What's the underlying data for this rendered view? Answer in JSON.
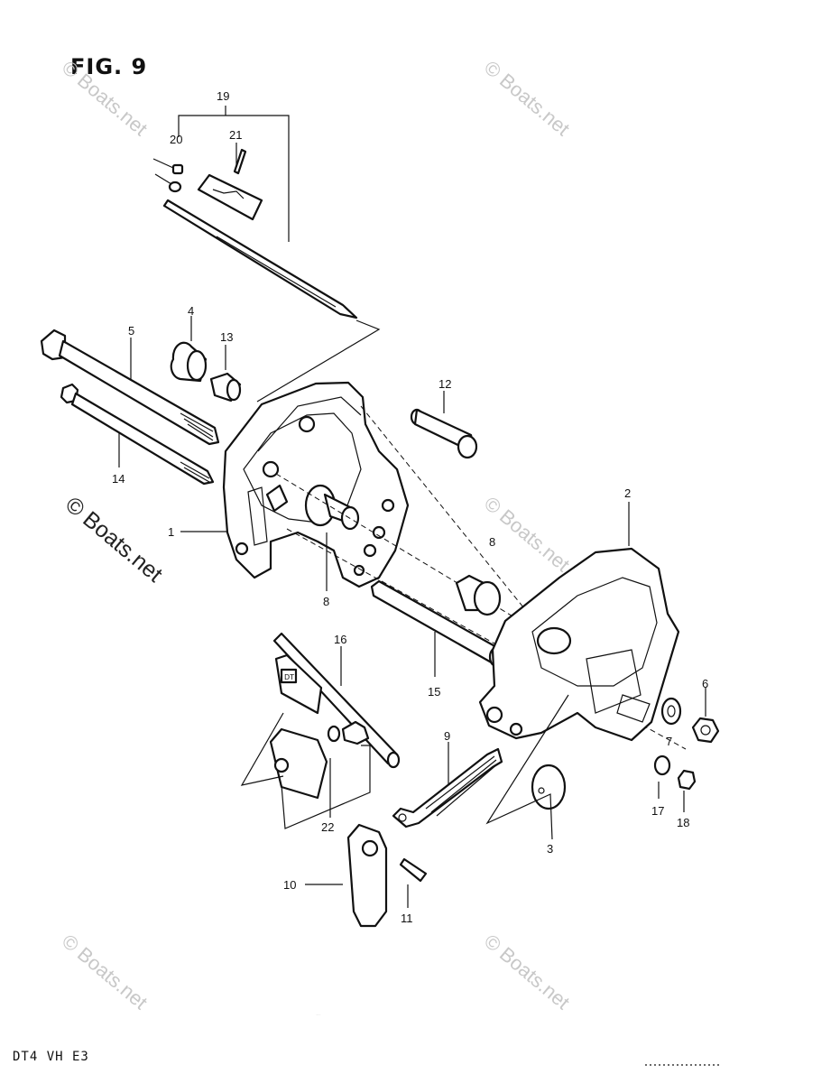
{
  "figure": {
    "title": "FIG. 9",
    "model_code": "DT4  VH  E3"
  },
  "watermarks": [
    {
      "text": "© Boats.net",
      "style": "faint"
    },
    {
      "text": "© Boats.net",
      "style": "faint"
    },
    {
      "text": "© Boats.net",
      "style": "strong"
    },
    {
      "text": "© Boats.net",
      "style": "faint"
    },
    {
      "text": "© Boats.net",
      "style": "faint"
    },
    {
      "text": "© Boats.net",
      "style": "faint"
    },
    {
      "text": "© Boats.net",
      "style": "faint"
    }
  ],
  "callouts": [
    "19",
    "20",
    "21",
    "4",
    "13",
    "5",
    "12",
    "14",
    "1",
    "8",
    "2",
    "8",
    "16",
    "15",
    "6",
    "7",
    "9",
    "17",
    "18",
    "22",
    "3",
    "10",
    "11"
  ]
}
